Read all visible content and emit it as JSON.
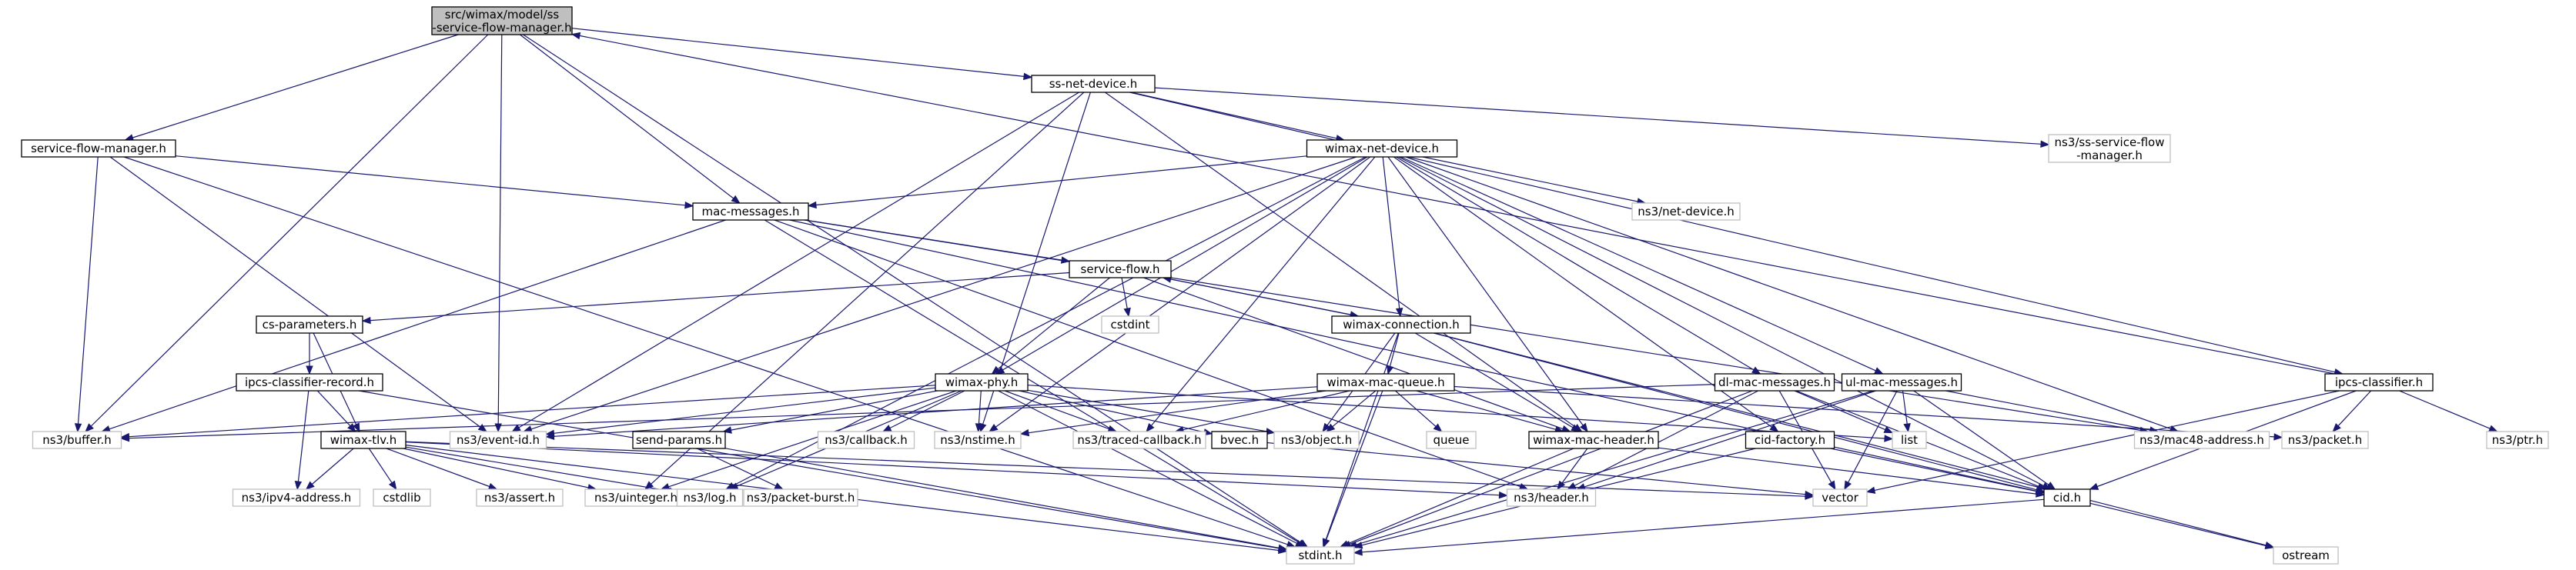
{
  "graph": {
    "nodes": [
      {
        "id": "root",
        "lines": [
          "src/wimax/model/ss",
          "-service-flow-manager.h"
        ],
        "kind": "main"
      },
      {
        "id": "ssnd",
        "lines": [
          "ss-net-device.h"
        ],
        "kind": "local"
      },
      {
        "id": "sfm",
        "lines": [
          "service-flow-manager.h"
        ],
        "kind": "local"
      },
      {
        "id": "wnd",
        "lines": [
          "wimax-net-device.h"
        ],
        "kind": "local"
      },
      {
        "id": "sssfm",
        "lines": [
          "ns3/ss-service-flow",
          "-manager.h"
        ],
        "kind": "ext"
      },
      {
        "id": "macmsg",
        "lines": [
          "mac-messages.h"
        ],
        "kind": "local"
      },
      {
        "id": "netdev",
        "lines": [
          "ns3/net-device.h"
        ],
        "kind": "ext"
      },
      {
        "id": "sflow",
        "lines": [
          "service-flow.h"
        ],
        "kind": "local"
      },
      {
        "id": "cstdint",
        "lines": [
          "cstdint"
        ],
        "kind": "ext"
      },
      {
        "id": "wconn",
        "lines": [
          "wimax-connection.h"
        ],
        "kind": "local"
      },
      {
        "id": "csparam",
        "lines": [
          "cs-parameters.h"
        ],
        "kind": "local"
      },
      {
        "id": "icr",
        "lines": [
          "ipcs-classifier-record.h"
        ],
        "kind": "local"
      },
      {
        "id": "wphy",
        "lines": [
          "wimax-phy.h"
        ],
        "kind": "local"
      },
      {
        "id": "wmq",
        "lines": [
          "wimax-mac-queue.h"
        ],
        "kind": "local"
      },
      {
        "id": "dlmac",
        "lines": [
          "dl-mac-messages.h"
        ],
        "kind": "local"
      },
      {
        "id": "ulmac",
        "lines": [
          "ul-mac-messages.h"
        ],
        "kind": "local"
      },
      {
        "id": "ipcs",
        "lines": [
          "ipcs-classifier.h"
        ],
        "kind": "local"
      },
      {
        "id": "buffer",
        "lines": [
          "ns3/buffer.h"
        ],
        "kind": "ext"
      },
      {
        "id": "eventid",
        "lines": [
          "ns3/event-id.h"
        ],
        "kind": "ext"
      },
      {
        "id": "wtlv",
        "lines": [
          "wimax-tlv.h"
        ],
        "kind": "local"
      },
      {
        "id": "sendp",
        "lines": [
          "send-params.h"
        ],
        "kind": "local"
      },
      {
        "id": "callback",
        "lines": [
          "ns3/callback.h"
        ],
        "kind": "ext"
      },
      {
        "id": "nstime",
        "lines": [
          "ns3/nstime.h"
        ],
        "kind": "ext"
      },
      {
        "id": "traced",
        "lines": [
          "ns3/traced-callback.h"
        ],
        "kind": "ext"
      },
      {
        "id": "bvec",
        "lines": [
          "bvec.h"
        ],
        "kind": "local"
      },
      {
        "id": "object",
        "lines": [
          "ns3/object.h"
        ],
        "kind": "ext"
      },
      {
        "id": "queue",
        "lines": [
          "queue"
        ],
        "kind": "ext"
      },
      {
        "id": "wmh",
        "lines": [
          "wimax-mac-header.h"
        ],
        "kind": "local"
      },
      {
        "id": "list",
        "lines": [
          "list"
        ],
        "kind": "ext"
      },
      {
        "id": "cidf",
        "lines": [
          "cid-factory.h"
        ],
        "kind": "local"
      },
      {
        "id": "mac48",
        "lines": [
          "ns3/mac48-address.h"
        ],
        "kind": "ext"
      },
      {
        "id": "packet",
        "lines": [
          "ns3/packet.h"
        ],
        "kind": "ext"
      },
      {
        "id": "ptr",
        "lines": [
          "ns3/ptr.h"
        ],
        "kind": "ext"
      },
      {
        "id": "ipv4",
        "lines": [
          "ns3/ipv4-address.h"
        ],
        "kind": "ext"
      },
      {
        "id": "cstdlib",
        "lines": [
          "cstdlib"
        ],
        "kind": "ext"
      },
      {
        "id": "assert",
        "lines": [
          "ns3/assert.h"
        ],
        "kind": "ext"
      },
      {
        "id": "uinteger",
        "lines": [
          "ns3/uinteger.h"
        ],
        "kind": "ext"
      },
      {
        "id": "log",
        "lines": [
          "ns3/log.h"
        ],
        "kind": "ext"
      },
      {
        "id": "pburst",
        "lines": [
          "ns3/packet-burst.h"
        ],
        "kind": "ext"
      },
      {
        "id": "header",
        "lines": [
          "ns3/header.h"
        ],
        "kind": "ext"
      },
      {
        "id": "vector",
        "lines": [
          "vector"
        ],
        "kind": "ext"
      },
      {
        "id": "cid",
        "lines": [
          "cid.h"
        ],
        "kind": "local"
      },
      {
        "id": "stdint",
        "lines": [
          "stdint.h"
        ],
        "kind": "ext"
      },
      {
        "id": "ostream",
        "lines": [
          "ostream"
        ],
        "kind": "ext"
      }
    ],
    "edges": [
      [
        "root",
        "ssnd"
      ],
      [
        "root",
        "sfm"
      ],
      [
        "root",
        "buffer"
      ],
      [
        "root",
        "eventid"
      ],
      [
        "root",
        "macmsg"
      ],
      [
        "root",
        "stdint"
      ],
      [
        "ssnd",
        "wnd"
      ],
      [
        "ssnd",
        "sssfm"
      ],
      [
        "ssnd",
        "ipcs"
      ],
      [
        "ssnd",
        "eventid"
      ],
      [
        "ssnd",
        "nstime"
      ],
      [
        "ssnd",
        "wmh"
      ],
      [
        "ssnd",
        "uinteger"
      ],
      [
        "ipcs",
        "root"
      ],
      [
        "wconn",
        "sflow"
      ],
      [
        "sfm",
        "macmsg"
      ],
      [
        "sfm",
        "buffer"
      ],
      [
        "sfm",
        "eventid"
      ],
      [
        "sfm",
        "stdint"
      ],
      [
        "wnd",
        "macmsg"
      ],
      [
        "wnd",
        "netdev"
      ],
      [
        "wnd",
        "wconn"
      ],
      [
        "wnd",
        "wphy"
      ],
      [
        "wnd",
        "dlmac"
      ],
      [
        "wnd",
        "ulmac"
      ],
      [
        "wnd",
        "mac48"
      ],
      [
        "wnd",
        "eventid"
      ],
      [
        "wnd",
        "nstime"
      ],
      [
        "wnd",
        "traced"
      ],
      [
        "wnd",
        "wmh"
      ],
      [
        "wnd",
        "cidf"
      ],
      [
        "wnd",
        "log"
      ],
      [
        "wnd",
        "cid"
      ],
      [
        "macmsg",
        "sflow"
      ],
      [
        "macmsg",
        "buffer"
      ],
      [
        "macmsg",
        "header"
      ],
      [
        "macmsg",
        "mac48"
      ],
      [
        "macmsg",
        "stdint"
      ],
      [
        "macmsg",
        "cid"
      ],
      [
        "sflow",
        "csparam"
      ],
      [
        "sflow",
        "cstdint"
      ],
      [
        "sflow",
        "wconn"
      ],
      [
        "sflow",
        "wphy"
      ],
      [
        "sflow",
        "wmh"
      ],
      [
        "wconn",
        "wmq"
      ],
      [
        "wconn",
        "object"
      ],
      [
        "wconn",
        "stdint"
      ],
      [
        "wconn",
        "cid"
      ],
      [
        "wconn",
        "ostream"
      ],
      [
        "wconn",
        "wmh"
      ],
      [
        "csparam",
        "icr"
      ],
      [
        "csparam",
        "wtlv"
      ],
      [
        "icr",
        "wtlv"
      ],
      [
        "icr",
        "ipv4"
      ],
      [
        "icr",
        "stdint"
      ],
      [
        "wphy",
        "buffer"
      ],
      [
        "wphy",
        "sendp"
      ],
      [
        "wphy",
        "callback"
      ],
      [
        "wphy",
        "nstime"
      ],
      [
        "wphy",
        "traced"
      ],
      [
        "wphy",
        "bvec"
      ],
      [
        "wphy",
        "object"
      ],
      [
        "wphy",
        "list"
      ],
      [
        "wphy",
        "log"
      ],
      [
        "wphy",
        "stdint"
      ],
      [
        "wphy",
        "eventid"
      ],
      [
        "wphy",
        "uinteger"
      ],
      [
        "wmq",
        "queue"
      ],
      [
        "wmq",
        "nstime"
      ],
      [
        "wmq",
        "traced"
      ],
      [
        "wmq",
        "object"
      ],
      [
        "wmq",
        "wmh"
      ],
      [
        "wmq",
        "packet"
      ],
      [
        "wmq",
        "stdint"
      ],
      [
        "wmq",
        "eventid"
      ],
      [
        "dlmac",
        "list"
      ],
      [
        "dlmac",
        "vector"
      ],
      [
        "dlmac",
        "header"
      ],
      [
        "dlmac",
        "cid"
      ],
      [
        "dlmac",
        "stdint"
      ],
      [
        "dlmac",
        "buffer"
      ],
      [
        "ulmac",
        "list"
      ],
      [
        "ulmac",
        "vector"
      ],
      [
        "ulmac",
        "header"
      ],
      [
        "ulmac",
        "cid"
      ],
      [
        "ulmac",
        "stdint"
      ],
      [
        "ulmac",
        "mac48"
      ],
      [
        "ipcs",
        "packet"
      ],
      [
        "ipcs",
        "ptr"
      ],
      [
        "ipcs",
        "vector"
      ],
      [
        "ipcs",
        "cid"
      ],
      [
        "wtlv",
        "ipv4"
      ],
      [
        "wtlv",
        "cstdlib"
      ],
      [
        "wtlv",
        "assert"
      ],
      [
        "wtlv",
        "uinteger"
      ],
      [
        "wtlv",
        "log"
      ],
      [
        "wtlv",
        "vector"
      ],
      [
        "wtlv",
        "header"
      ],
      [
        "wtlv",
        "stdint"
      ],
      [
        "sendp",
        "pburst"
      ],
      [
        "sendp",
        "stdint"
      ],
      [
        "bvec",
        "vector"
      ],
      [
        "wmh",
        "header"
      ],
      [
        "wmh",
        "stdint"
      ],
      [
        "wmh",
        "cid"
      ],
      [
        "cidf",
        "cid"
      ],
      [
        "cidf",
        "stdint"
      ],
      [
        "cid",
        "stdint"
      ],
      [
        "cid",
        "ostream"
      ]
    ]
  }
}
